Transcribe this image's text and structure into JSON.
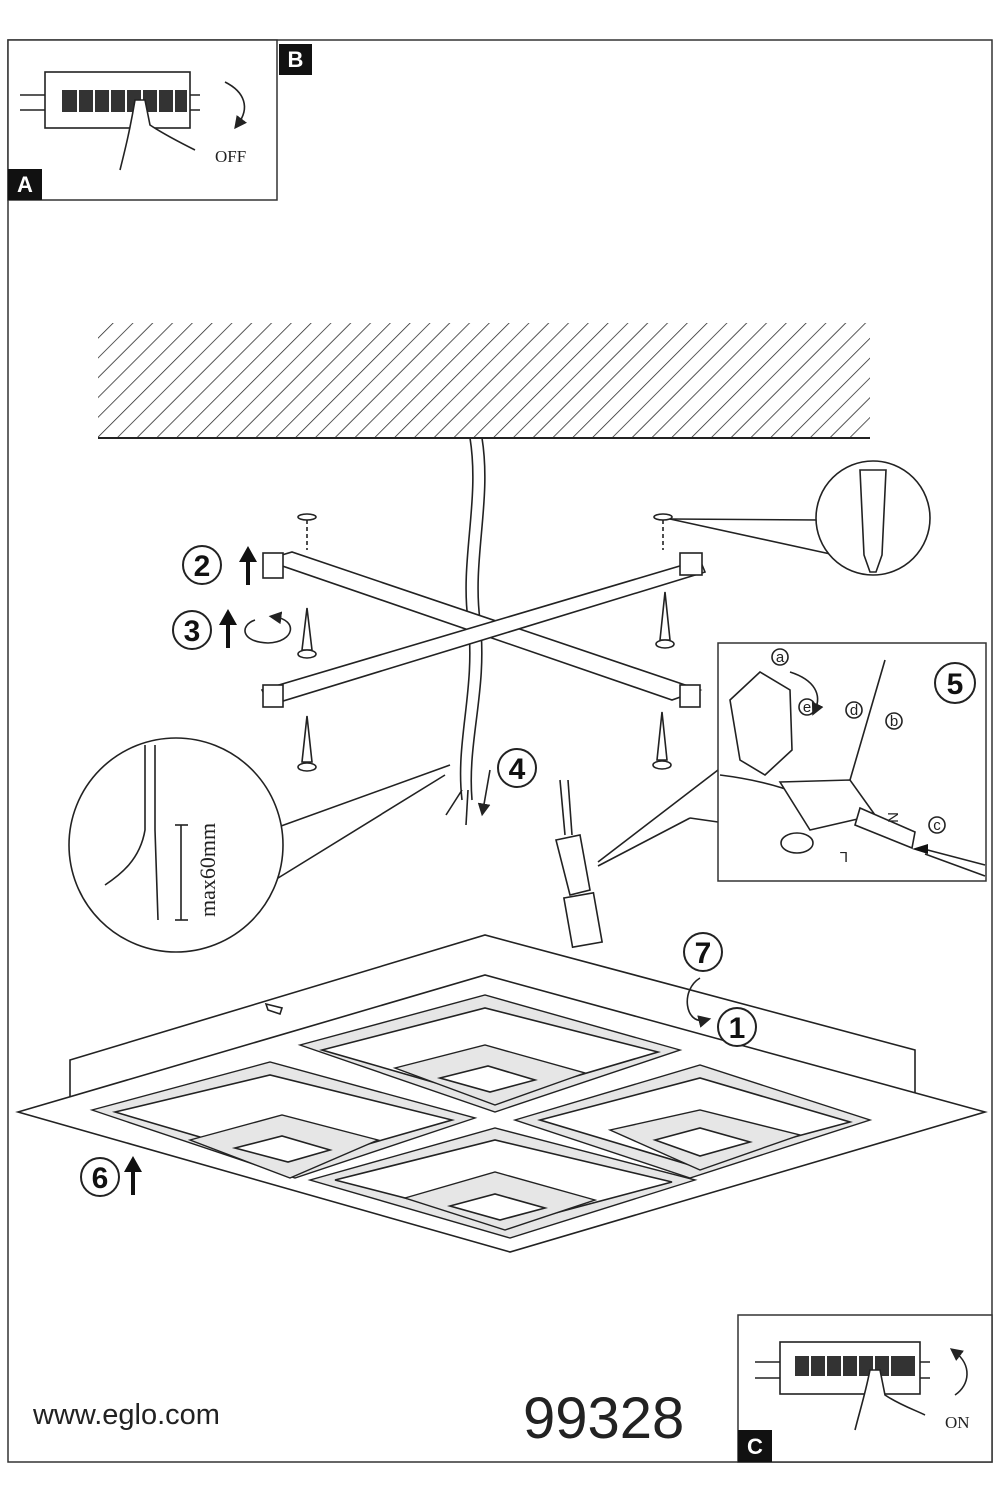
{
  "panel_a": {
    "label": "A"
  },
  "panel_b": {
    "label": "B",
    "switch_text": "OFF"
  },
  "panel_c": {
    "label": "C",
    "switch_text": "ON"
  },
  "steps": {
    "s1": "1",
    "s2": "2",
    "s3": "3",
    "s4": "4",
    "s5": "5",
    "s6": "6",
    "s7": "7"
  },
  "wire_detail": {
    "text": "max60mm"
  },
  "connector_detail": {
    "a": "a",
    "b": "b",
    "c": "c",
    "d": "d",
    "e": "e",
    "n": "N",
    "l": "L"
  },
  "footer": {
    "website": "www.eglo.com",
    "model_number": "99328"
  }
}
